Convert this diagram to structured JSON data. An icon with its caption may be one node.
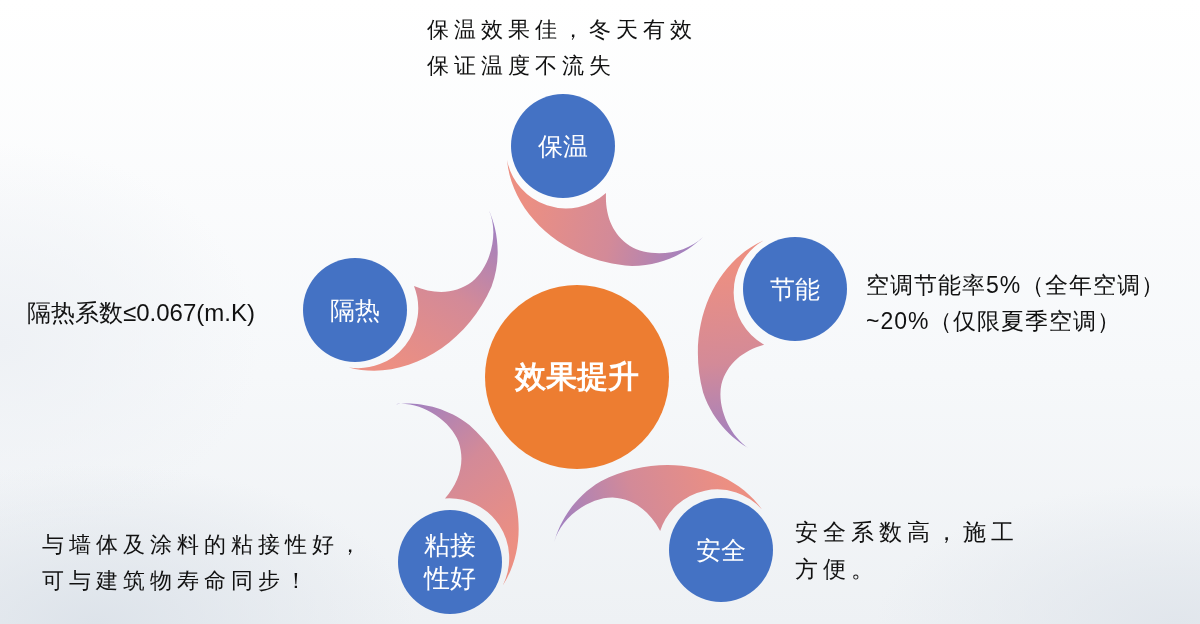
{
  "diagram": {
    "nodes": [
      {
        "text": [
          "效果提升"
        ]
      },
      {
        "text": [
          "保温"
        ],
        "beside": [
          "保温效果佳，冬天有效保证温度不流失"
        ]
      },
      {
        "text": [
          "节能"
        ],
        "beside": [
          "空调节能率5%（全年空调）~20%（仅限夏季空调）"
        ]
      },
      {
        "text": [
          "安全"
        ],
        "beside": [
          "安全系数高，施工方便。"
        ]
      },
      {
        "text": [
          "粘接性好"
        ],
        "beside": [
          "与墙体及涂料的粘接性好，可与建筑物寿命同步！"
        ]
      },
      {
        "text": [
          "隔热"
        ],
        "beside": [
          "隔热系数≤0.067(m.K)"
        ]
      },
      {
        "text": [],
        "shape": "crescent"
      },
      {
        "text": [],
        "shape": "crescent"
      },
      {
        "text": [],
        "shape": "crescent"
      },
      {
        "text": [],
        "shape": "crescent"
      },
      {
        "text": [],
        "shape": "crescent"
      }
    ]
  }
}
